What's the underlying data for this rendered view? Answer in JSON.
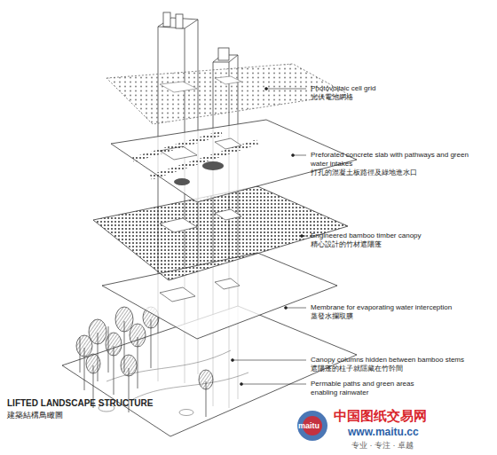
{
  "diagram": {
    "title": "LIFTED LANDSCAPE STRUCTURE",
    "caption": "建築結構鳥瞰圖",
    "labels": [
      "Photovoltaic cell grid",
      "光伏電池網格",
      "Preforated concrete slab with pathways and green water intakes",
      "打孔的混凝土板路徑及綠地進水口",
      "Engineered bamboo timber canopy",
      "精心設計的竹材遮陽蓬",
      "Membrane for evaporating water interception",
      "蒸發水攔取膜",
      "Canopy columns hidden between bamboo stems",
      "遮陽蓬的柱子就隱藏在竹幹間",
      "Permable paths and green areas",
      "enabling rainwater",
      "maitu",
      "中国图纸交易网",
      "www.maitu.cc",
      "专业 · 专注 · 卓越"
    ]
  }
}
